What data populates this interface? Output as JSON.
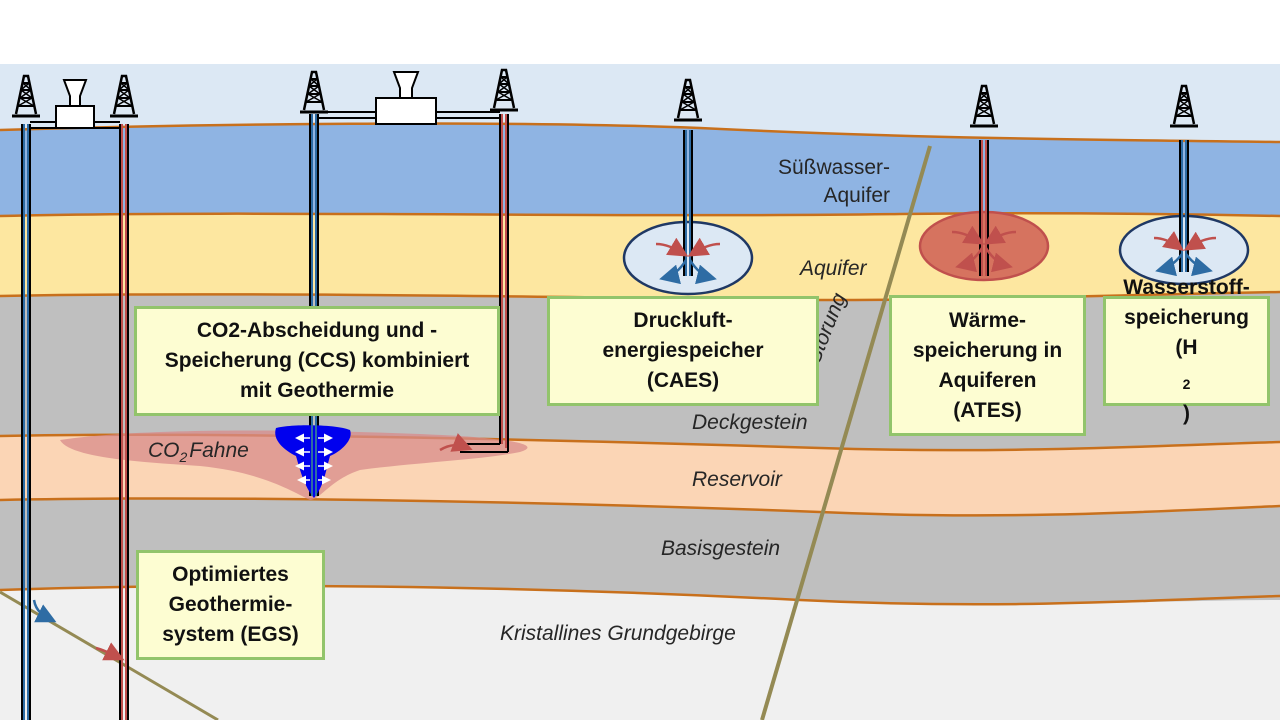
{
  "layers": {
    "suesswasser_line1": "Süßwasser-",
    "suesswasser_line2": "Aquifer",
    "aquifer": "Aquifer",
    "stoerung": "Störung",
    "deckgestein": "Deckgestein",
    "reservoir": "Reservoir",
    "basisgestein": "Basisgestein",
    "kristallin": "Kristallines Grundgebirge"
  },
  "plume": {
    "prefix": "CO",
    "sub": "2",
    "suffix": "Fahne"
  },
  "boxes": {
    "ccs": [
      "CO2-Abscheidung und -",
      "Speicherung (CCS) kombiniert",
      "mit Geothermie"
    ],
    "caes": [
      "Druckluft-",
      "energiespeicher",
      "(CAES)"
    ],
    "ates": [
      "Wärme-",
      "speicherung in",
      "Aquiferen",
      "(ATES)"
    ],
    "h2": [
      "Wasserstoff-",
      "speicherung"
    ],
    "h2_last": {
      "prefix": "(H",
      "sub": "2",
      "suffix": ")"
    },
    "egs": [
      "Optimiertes",
      "Geothermie-",
      "system (EGS)"
    ]
  },
  "colors": {
    "sky": "#dce8f4",
    "freshwater": "#8fb4e3",
    "aquifer": "#fde7a0",
    "caprock": "#bfbfbf",
    "reservoir": "#fbd5b5",
    "basement": "#f0f0f0",
    "boundary": "#c8701c",
    "fault": "#948a54",
    "box_fill": "#fdfdd2",
    "box_border": "#92c46b",
    "hot": "#c0504d",
    "cold": "#2e6ca4",
    "co2": "#0000ee"
  }
}
